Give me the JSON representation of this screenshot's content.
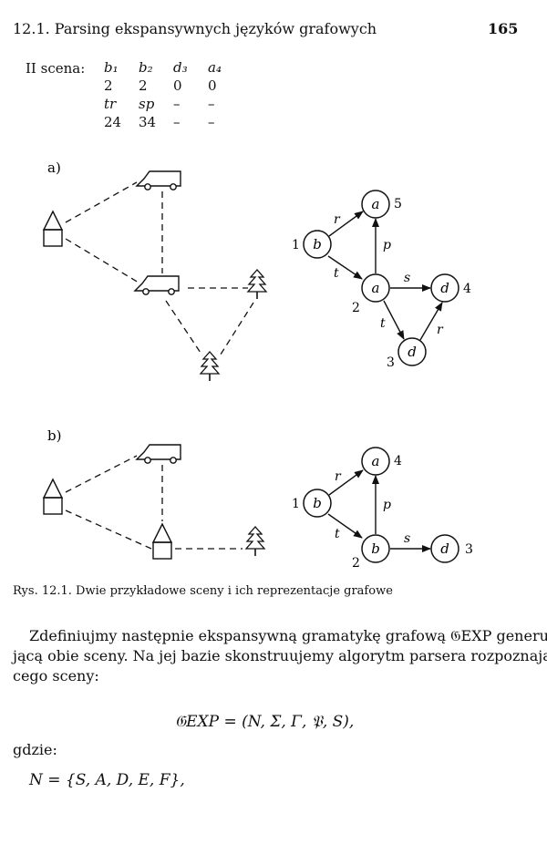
{
  "header": {
    "section_title": "12.1. Parsing ekspansywnych języków grafowych",
    "page_number": "165"
  },
  "scene_table": {
    "label": "II scena:",
    "columns": [
      "b₁",
      "b₂",
      "d₃",
      "a₄"
    ],
    "rows": [
      [
        "2",
        "2",
        "0",
        "0"
      ],
      [
        "tr",
        "sp",
        "–",
        "–"
      ],
      [
        "24",
        "34",
        "–",
        "–"
      ]
    ]
  },
  "figure": {
    "panel_a_label": "a)",
    "panel_b_label": "b)",
    "graph_a": {
      "nodes": [
        {
          "id": "5",
          "label": "a",
          "number": "5"
        },
        {
          "id": "1",
          "label": "b",
          "number": "1"
        },
        {
          "id": "2",
          "label": "a",
          "number": "2"
        },
        {
          "id": "4",
          "label": "d",
          "number": "4"
        },
        {
          "id": "3",
          "label": "d",
          "number": "3"
        }
      ],
      "edges": [
        {
          "from": "1",
          "to": "5",
          "label": "r"
        },
        {
          "from": "1",
          "to": "2",
          "label": "t"
        },
        {
          "from": "2",
          "to": "5",
          "label": "p"
        },
        {
          "from": "2",
          "to": "4",
          "label": "s"
        },
        {
          "from": "2",
          "to": "3",
          "label": "t"
        },
        {
          "from": "3",
          "to": "4",
          "label": "r"
        }
      ]
    },
    "graph_b": {
      "nodes": [
        {
          "id": "4",
          "label": "a",
          "number": "4"
        },
        {
          "id": "1",
          "label": "b",
          "number": "1"
        },
        {
          "id": "2",
          "label": "b",
          "number": "2"
        },
        {
          "id": "3",
          "label": "d",
          "number": "3"
        }
      ],
      "edges": [
        {
          "from": "1",
          "to": "4",
          "label": "r"
        },
        {
          "from": "1",
          "to": "2",
          "label": "t"
        },
        {
          "from": "2",
          "to": "4",
          "label": "p"
        },
        {
          "from": "2",
          "to": "3",
          "label": "s"
        }
      ]
    },
    "caption": "Rys. 12.1. Dwie przykładowe sceny i ich reprezentacje grafowe"
  },
  "body": {
    "paragraph_line1": "Zdefiniujmy następnie ekspansywną gramatykę grafową 𝔊EXP generu-",
    "paragraph_line2": "jącą obie sceny. Na jej bazie skonstruujemy algorytm parsera rozpoznają-",
    "paragraph_line3": "cego sceny:",
    "formula": "𝔊EXP = (N, Σ, Γ, 𝔓, S),",
    "gdzie": "gdzie:",
    "n_def": "N = {S, A, D, E, F},"
  }
}
